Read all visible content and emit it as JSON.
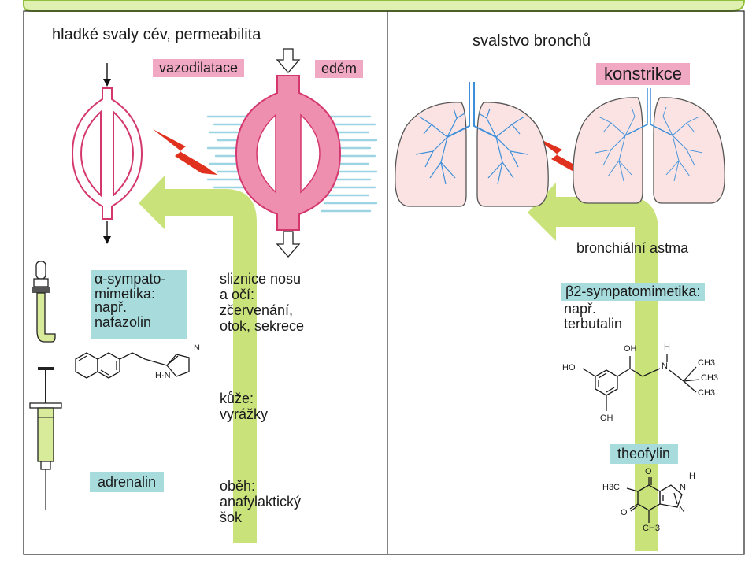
{
  "colors": {
    "banner_green": "#dff0b0",
    "banner_stroke": "#8fbf3c",
    "vessel_pink": "#ef8fb0",
    "vessel_stroke": "#d4376d",
    "label_pink": "#f1a8c3",
    "label_teal": "#a7dbdc",
    "arrow_green": "#c9e27a",
    "lightning_red": "#e0301e",
    "bronchi_blue": "#3d8fd9",
    "lung_fill": "#fbe3e3"
  },
  "left": {
    "heading": "hladké svaly cév, permeabilita",
    "vasodilation_label": "vazodilatace",
    "edema_label": "edém",
    "alpha_line1": "α-sympato-",
    "alpha_line2": "mimetika:",
    "alpha_line3": "např.",
    "alpha_line4": "nafazolin",
    "mucosa_line1": "sliznice nosu",
    "mucosa_line2": "a očí:",
    "mucosa_line3": "zčervenání,",
    "mucosa_line4": "otok, sekrece",
    "skin_line1": "kůže:",
    "skin_line2": "vyrážky",
    "circ_line1": "oběh:",
    "circ_line2": "anafylaktický",
    "circ_line3": "šok",
    "adrenaline_label": "adrenalin",
    "nafazolin_N": "N",
    "nafazolin_HN": "H·N"
  },
  "right": {
    "heading": "svalstvo bronchů",
    "constriction_label": "konstrikce",
    "asthma_label": "bronchiální astma",
    "beta_line1": "β2-sympatomimetika:",
    "beta_line2": "např.",
    "beta_line3": "terbutalin",
    "theophylline_label": "theofylin",
    "terb_OH_top": "OH",
    "terb_HO": "HO",
    "terb_OH_bottom": "OH",
    "terb_H": "H",
    "terb_N": "N",
    "terb_CH3_a": "CH3",
    "terb_CH3_b": "CH3",
    "terb_CH3_c": "CH3",
    "theo_O_top": "O",
    "theo_O_left": "O",
    "theo_H": "H",
    "theo_N1": "N",
    "theo_N2": "N",
    "theo_H3C": "H3C",
    "theo_CH3": "CH3"
  }
}
